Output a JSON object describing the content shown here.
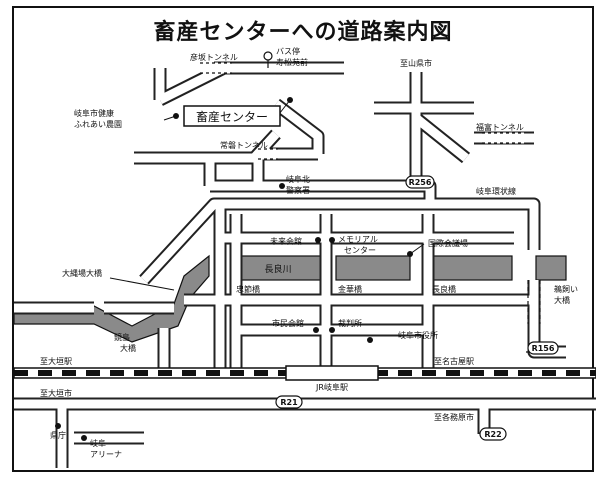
{
  "title": "畜産センターへの道路案内図",
  "labels": {
    "hikosaka_tunnel": "彦坂トンネル",
    "bus_stop_1": "バス停",
    "bus_stop_2": "寿松苑前",
    "to_yamagata": "至山県市",
    "gifu_health_1": "岐阜市健康",
    "gifu_health_2": "ふれあい農園",
    "center_name": "畜産センター",
    "fukutomi_tunnel": "福富トンネル",
    "tokiwa_tunnel": "常磐トンネル",
    "gifu_kita_1": "岐阜北",
    "gifu_kita_2": "警察署",
    "gifu_ring_road": "岐阜環状線",
    "mirai_kaikan": "未来会館",
    "memorial_1": "メモリアル",
    "memorial_2": "センター",
    "convention": "国際会議場",
    "onawaba": "大縄場大橋",
    "nagara_river": "長良川",
    "chusetsu": "忠節橋",
    "kinka": "金華橋",
    "nagara_bridge": "長良橋",
    "ukai_1": "鵜飼い",
    "ukai_2": "大橋",
    "shimin_kaikan": "市民会館",
    "saibansho": "裁判所",
    "city_hall": "岐阜市役所",
    "kashima_1": "鏡島",
    "kashima_2": "大橋",
    "to_ogaki_st": "至大垣駅",
    "to_nagoya_st": "至名古屋駅",
    "to_ogaki_city": "至大垣市",
    "jr_gifu": "JR岐阜駅",
    "to_kakamigahara": "至各務原市",
    "pref_office": "県庁",
    "gifu_arena_1": "岐阜",
    "gifu_arena_2": "アリーナ"
  },
  "routes": {
    "r256": "R256",
    "r156": "R156",
    "r21": "R21",
    "r22": "R22"
  },
  "colors": {
    "river": "#8a8a8a",
    "road": "#222222"
  }
}
